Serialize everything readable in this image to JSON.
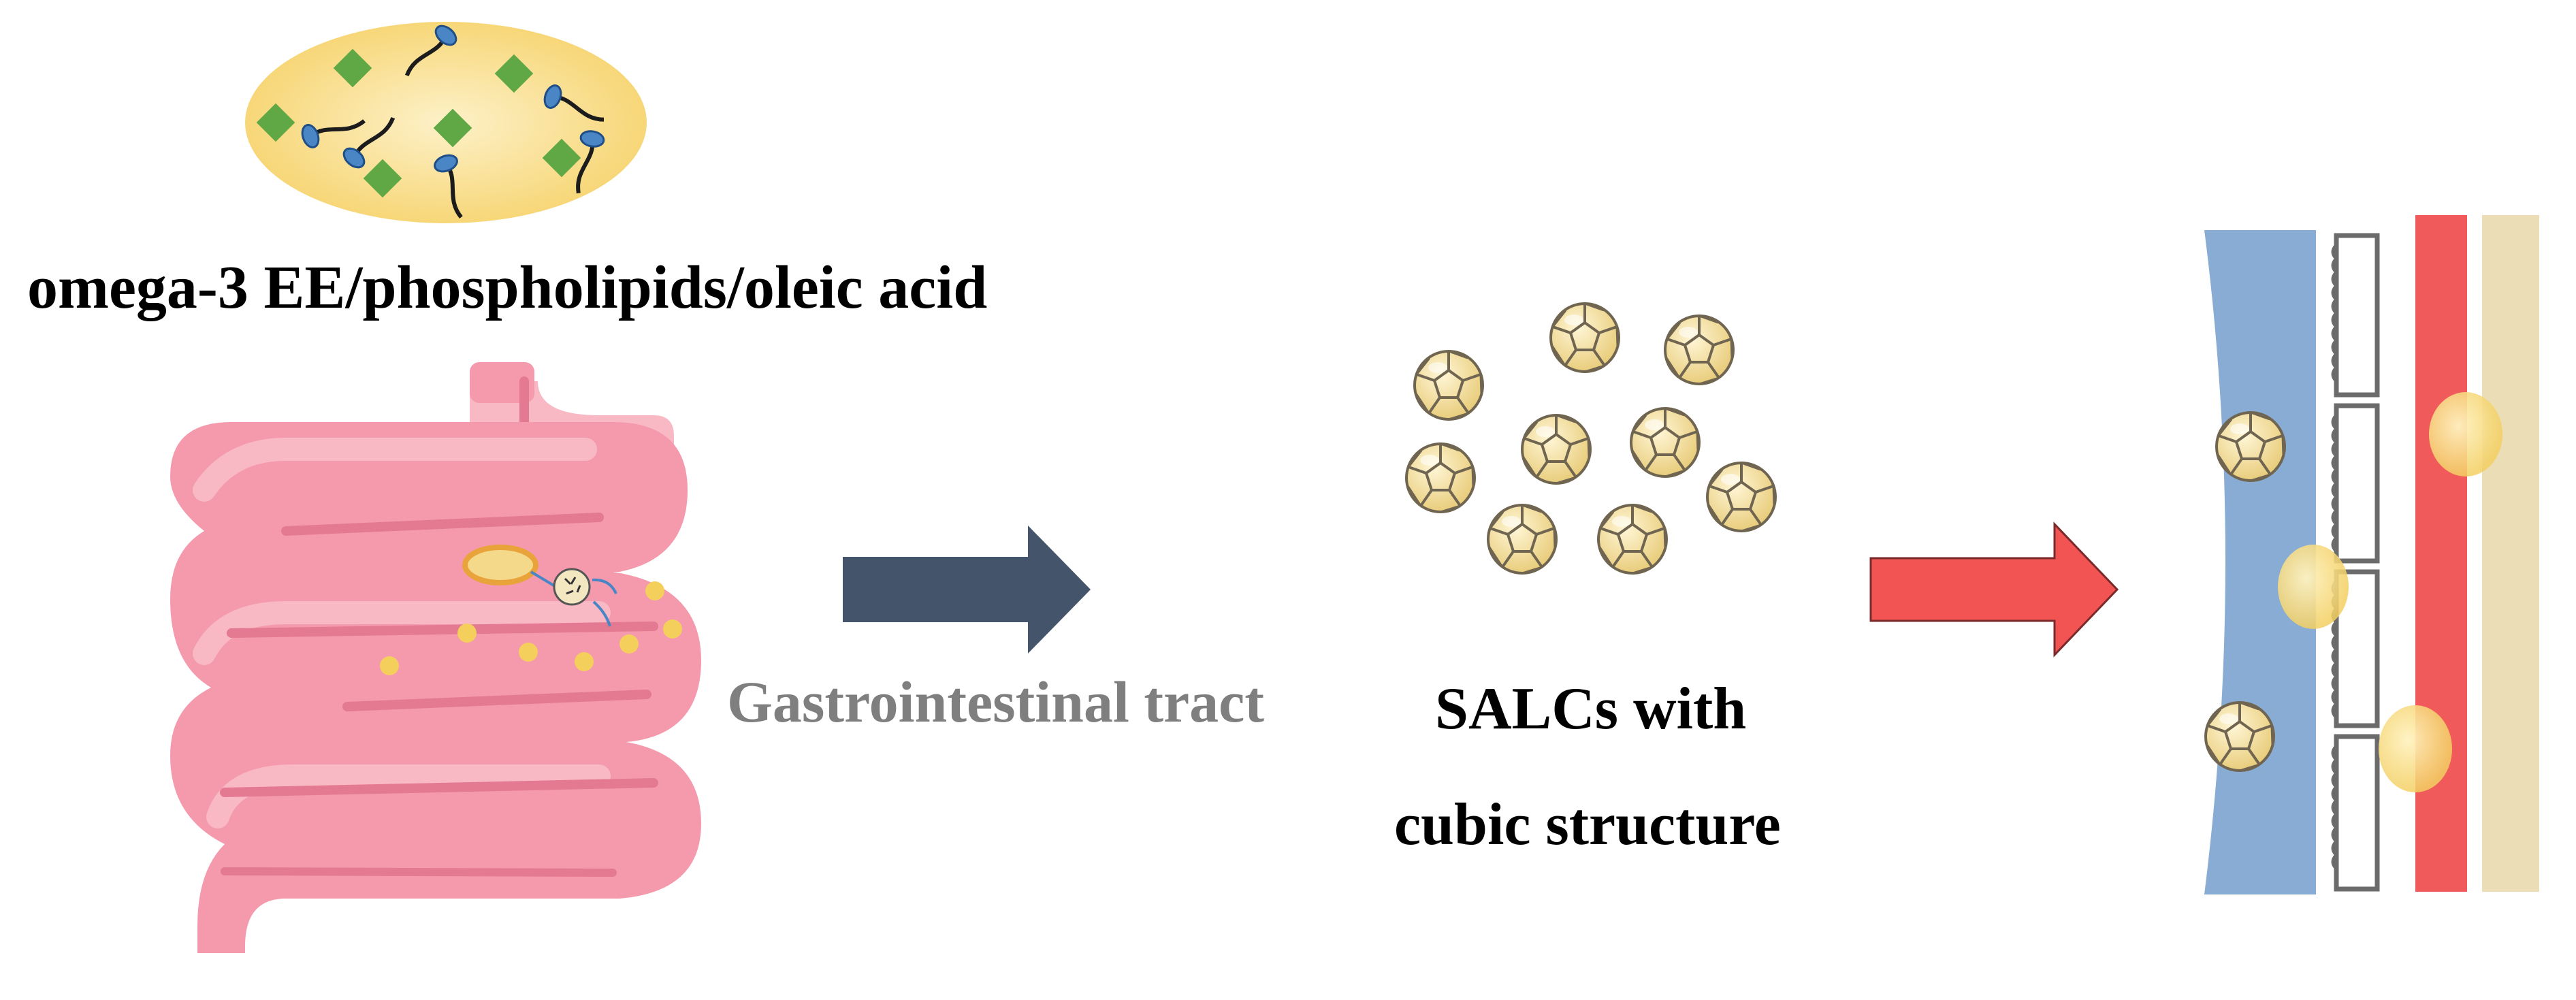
{
  "labels": {
    "components": "omega-3 EE/phospholipids/oleic acid",
    "tract": "Gastrointestinal tract",
    "salc_line1": "SALCs with",
    "salc_line2": "cubic structure"
  },
  "colors": {
    "tract_text": "#7f7f7f",
    "ellipse_center": "#fdeec0",
    "ellipse_edge": "#f7d777",
    "diamond": "#5fa845",
    "phospholipid_head": "#4a86c6",
    "intestine": "#f49aac",
    "intestine_light": "#f8b9c5",
    "intestine_dark": "#e37a92",
    "dark_arrow": "#44546a",
    "red_arrow": "#f25454",
    "particle": "#f5dfa0",
    "mucus": "#88acd4",
    "blood_vessel": "#f05a5a",
    "tissue": "#ebddb6"
  },
  "icons": [
    "lipid-mixture-icon",
    "intestine-icon",
    "salc-particle-icon",
    "intestinal-barrier-icon"
  ]
}
